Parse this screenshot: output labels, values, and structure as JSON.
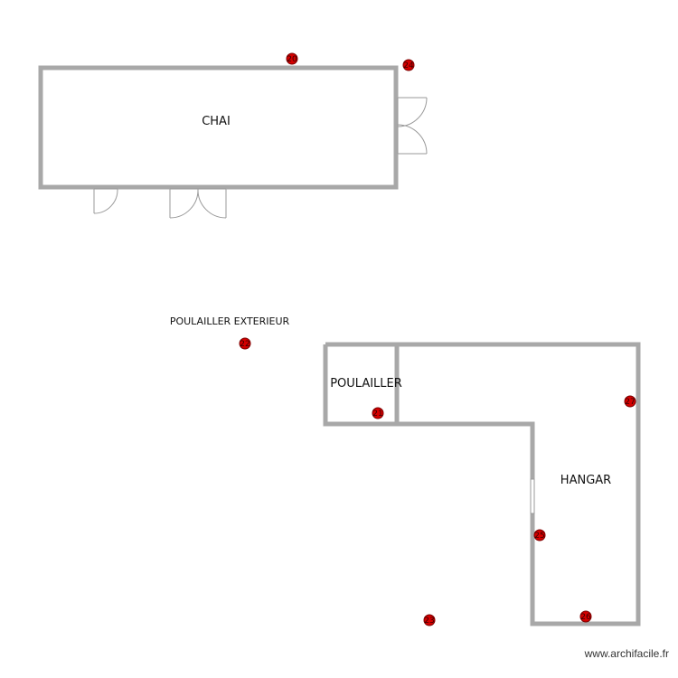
{
  "rooms": {
    "chai": "CHAI",
    "poulailler_exterieur": "POULAILLER EXTERIEUR",
    "poulailler": "POULAILLER",
    "hangar": "HANGAR"
  },
  "markers": [
    "20",
    "24",
    "22",
    "21",
    "27",
    "25",
    "26",
    "23"
  ],
  "footer": {
    "watermark": "www.archifacile.fr"
  },
  "colors": {
    "wall": "#a8a8a8",
    "marker": "#d40000"
  }
}
